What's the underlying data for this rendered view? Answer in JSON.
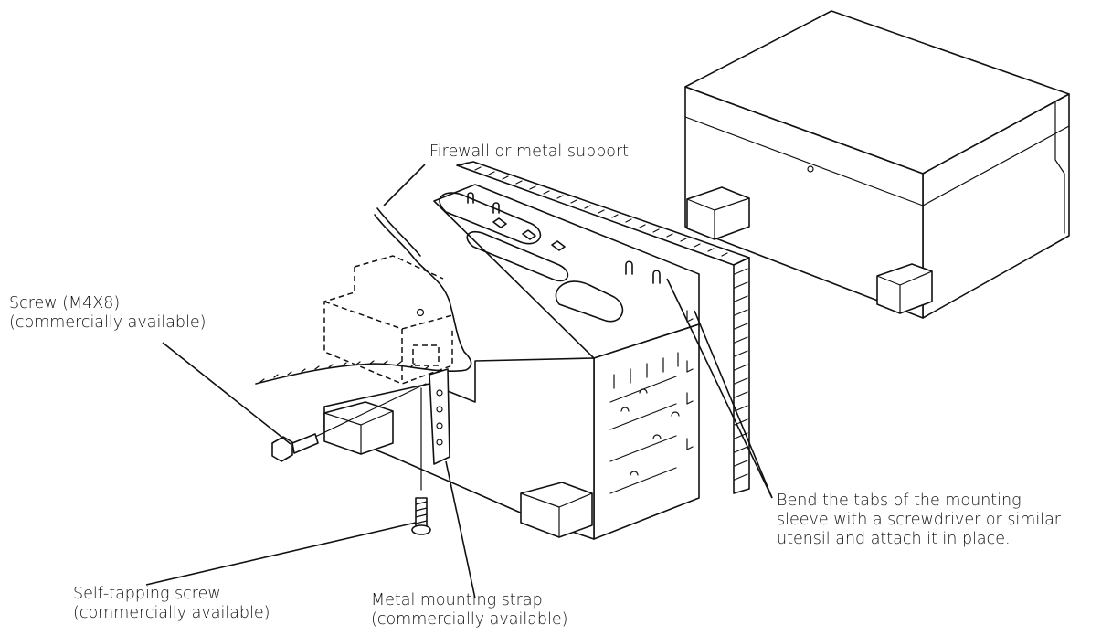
{
  "labels": {
    "firewall": "Firewall or metal support",
    "screw_line1": "Screw (M4X8)",
    "screw_line2": "(commercially available)",
    "self_tapping_line1": "Self-tapping screw",
    "self_tapping_line2": "(commercially available)",
    "strap_line1": "Metal mounting strap",
    "strap_line2": "(commercially available)",
    "bend_line1": "Bend the tabs of the mounting",
    "bend_line2": "sleeve with a screwdriver or similar",
    "bend_line3": "utensil and attach it in place."
  }
}
